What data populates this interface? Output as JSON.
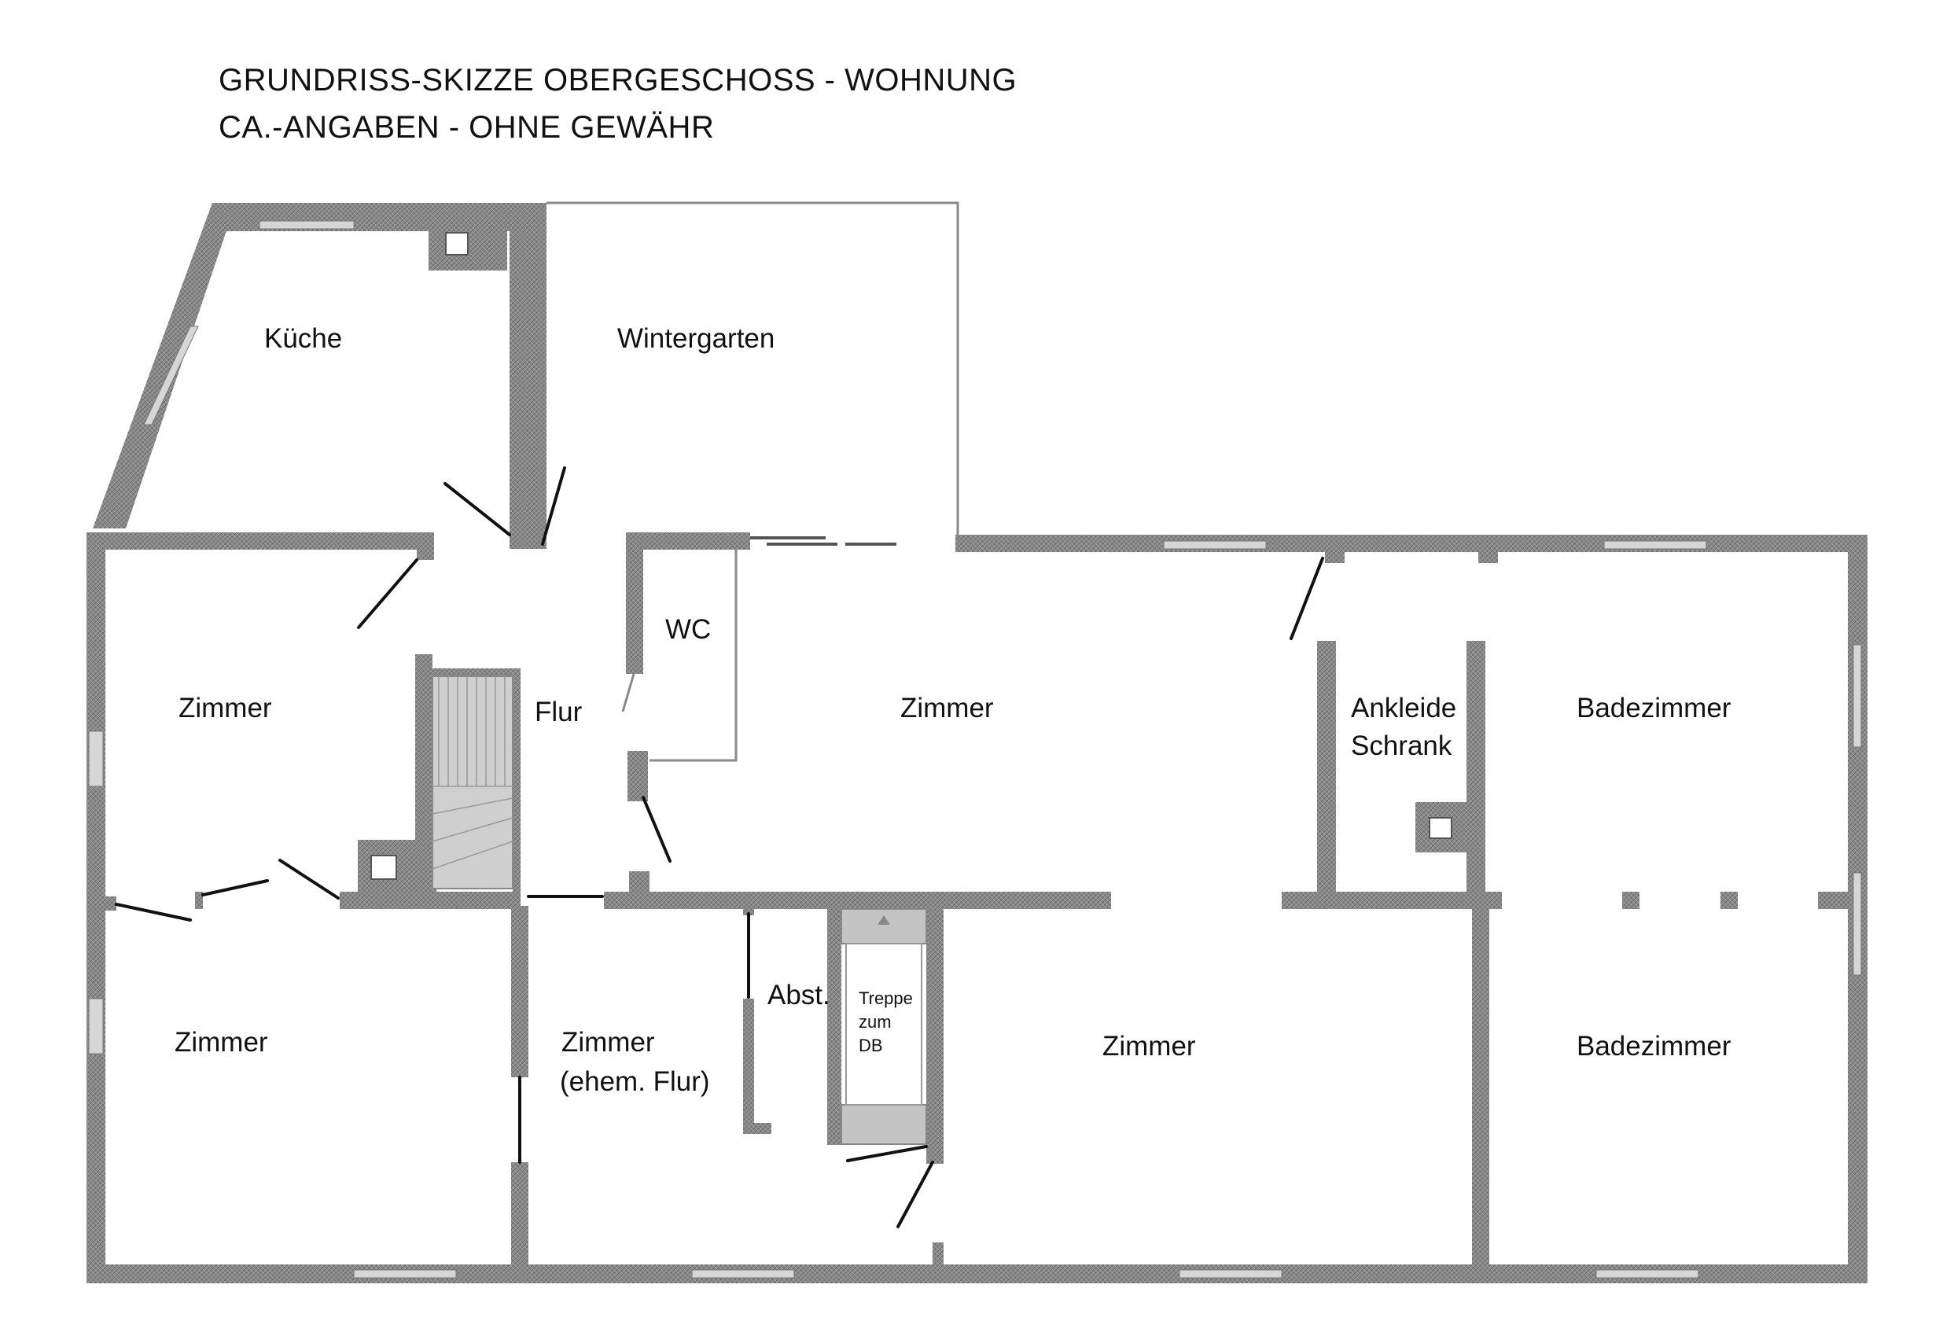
{
  "title": {
    "line1": "GRUNDRISS-SKIZZE OBERGESCHOSS - WOHNUNG",
    "line2": "CA.-ANGABEN - OHNE GEWÄHR"
  },
  "rooms": {
    "kueche": "Küche",
    "wintergarten": "Wintergarten",
    "zimmer_left_top": "Zimmer",
    "flur": "Flur",
    "wc": "WC",
    "zimmer_center": "Zimmer",
    "ankleide_line1": "Ankleide",
    "ankleide_line2": "Schrank",
    "badezimmer_top": "Badezimmer",
    "zimmer_left_bottom": "Zimmer",
    "zimmer_ehem_line1": "Zimmer",
    "zimmer_ehem_line2": "(ehem. Flur)",
    "abst": "Abst.",
    "treppe_line1": "Treppe",
    "treppe_line2": "zum",
    "treppe_line3": "DB",
    "zimmer_bottom_center": "Zimmer",
    "badezimmer_bottom": "Badezimmer"
  },
  "colors": {
    "wall": "#8a8a8a",
    "wall_dark": "#6f6f6f",
    "window": "#d2d2d2",
    "line": "#111111"
  }
}
